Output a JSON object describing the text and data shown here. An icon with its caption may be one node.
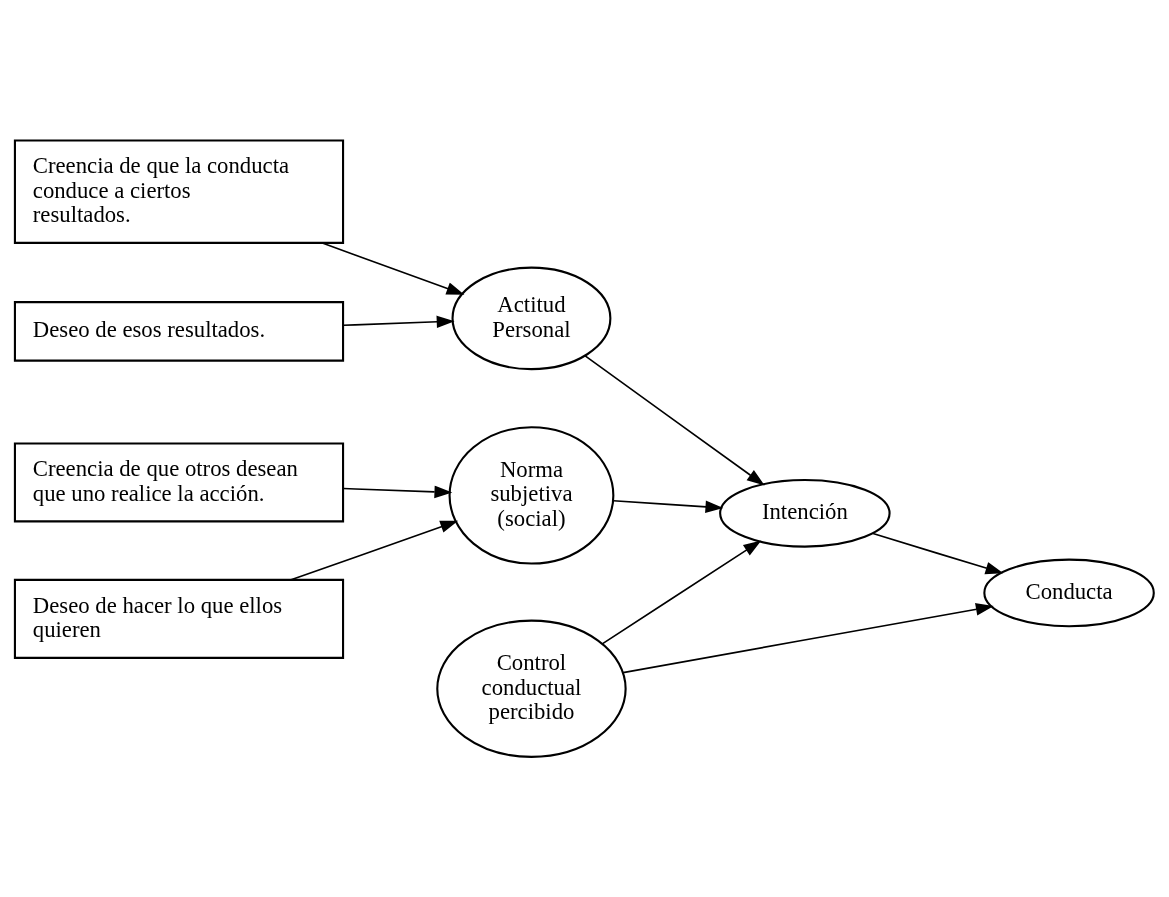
{
  "diagram": {
    "nodes": [
      {
        "text": [
          "Creencia de que la conducta conduce a ciertos resultados."
        ]
      },
      {
        "text": [
          "Deseo de esos resultados."
        ]
      },
      {
        "text": [
          "Actitud Personal"
        ]
      },
      {
        "text": [
          "Intención"
        ]
      },
      {
        "text": [
          "Conducta"
        ]
      },
      {
        "text": [
          "Creencia de que otros desean que uno realice la acción."
        ]
      },
      {
        "text": [
          "Norma subjetiva (social)"
        ]
      },
      {
        "text": [
          "Deseo de hacer lo que ellos quieren"
        ]
      },
      {
        "text": [
          "Control conductual percibido"
        ]
      }
    ],
    "edges": [
      {
        "from": 0,
        "to": 2,
        "arrow": "to"
      },
      {
        "from": 1,
        "to": 2,
        "arrow": "to"
      },
      {
        "from": 2,
        "to": 3,
        "arrow": "to"
      },
      {
        "from": 3,
        "to": 4,
        "arrow": "to"
      },
      {
        "from": 5,
        "to": 6,
        "arrow": "to"
      },
      {
        "from": 7,
        "to": 6,
        "arrow": "to"
      },
      {
        "from": 6,
        "to": 3,
        "arrow": "to"
      },
      {
        "from": 8,
        "to": 3,
        "arrow": "to"
      },
      {
        "from": 8,
        "to": 4,
        "arrow": "to"
      }
    ]
  }
}
